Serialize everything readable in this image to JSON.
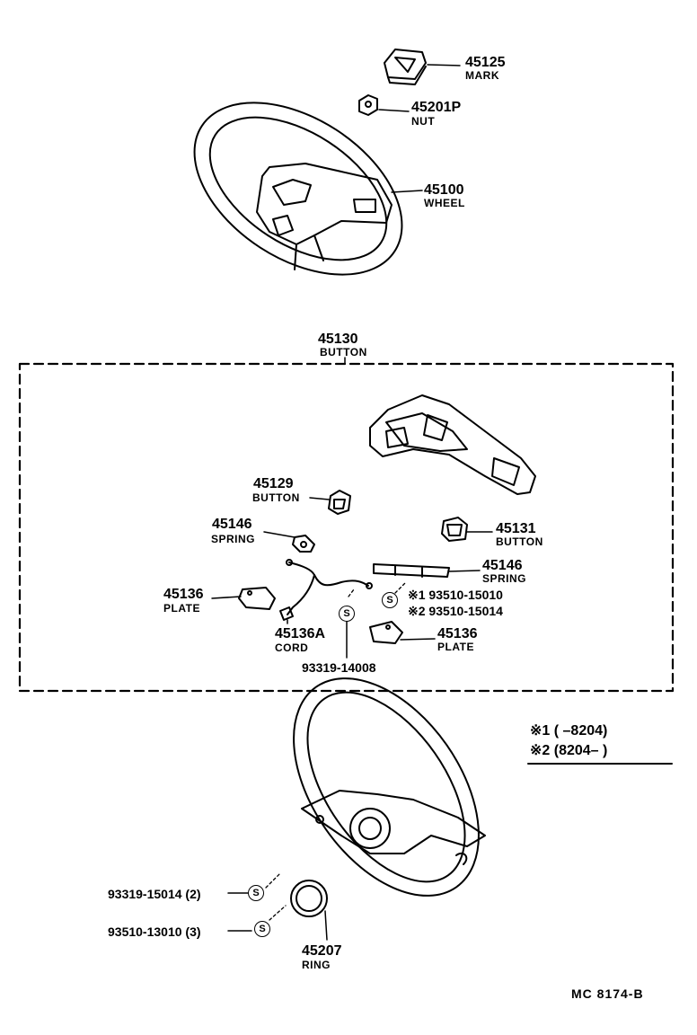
{
  "parts": {
    "mark": {
      "number": "45125",
      "name": "MARK"
    },
    "nut": {
      "number": "45201P",
      "name": "NUT"
    },
    "wheel": {
      "number": "45100",
      "name": "WHEEL"
    },
    "button_assy": {
      "number": "45130",
      "name": "BUTTON"
    },
    "button_small": {
      "number": "45129",
      "name": "BUTTON"
    },
    "spring_left": {
      "number": "45146",
      "name": "SPRING"
    },
    "button_right": {
      "number": "45131",
      "name": "BUTTON"
    },
    "spring_right": {
      "number": "45146",
      "name": "SPRING"
    },
    "plate_left": {
      "number": "45136",
      "name": "PLATE"
    },
    "cord": {
      "number": "45136A",
      "name": "CORD"
    },
    "plate_right": {
      "number": "45136",
      "name": "PLATE"
    },
    "screw_center": {
      "number": "93319-14008",
      "symbol": "S"
    },
    "screw_right": {
      "symbol": "S",
      "line1": "※1 93510-15010",
      "line2": "※2 93510-15014"
    },
    "screw_lower1": {
      "number": "93319-15014 (2)",
      "symbol": "S"
    },
    "screw_lower2": {
      "number": "93510-13010 (3)",
      "symbol": "S"
    },
    "ring": {
      "number": "45207",
      "name": "RING"
    }
  },
  "legend": {
    "row1": "※1 (      –8204)",
    "row2": "※2 (8204–       )"
  },
  "footer": {
    "code": "MC  8174-B"
  }
}
